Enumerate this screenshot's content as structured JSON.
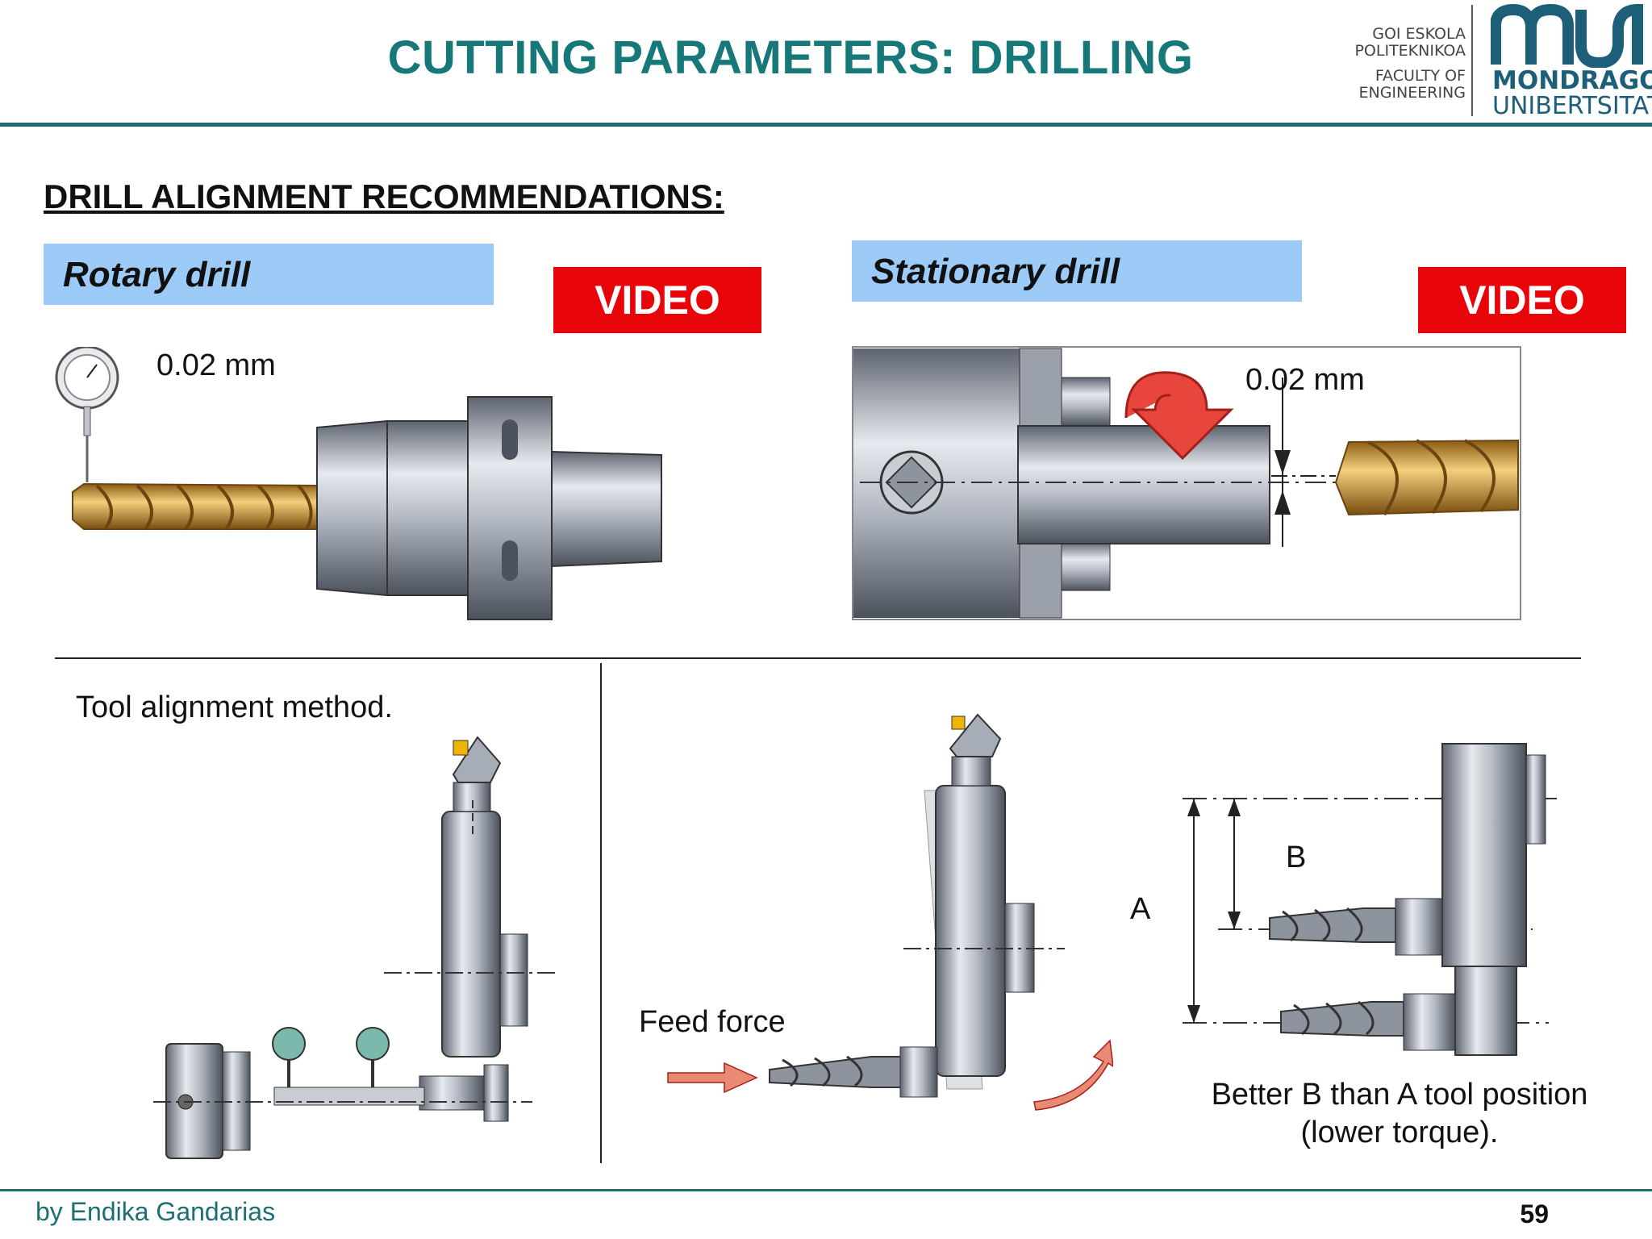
{
  "header": {
    "title": "CUTTING PARAMETERS: DRILLING",
    "logo": {
      "line1": "GOI ESKOLA",
      "line2": "POLITEKNIKOA",
      "line3": "FACULTY OF",
      "line4": "ENGINEERING",
      "university_name": "MONDRAGON",
      "university_sub": "UNIBERTSITATEA",
      "brand_color": "#1d5f79"
    }
  },
  "section_heading": "DRILL ALIGNMENT RECOMMENDATIONS:",
  "rotary": {
    "label": "Rotary drill",
    "video_label": "VIDEO",
    "tolerance": "0.02 mm"
  },
  "stationary": {
    "label": "Stationary drill",
    "video_label": "VIDEO",
    "tolerance": "0.02 mm"
  },
  "lower_left": {
    "caption": "Tool alignment method."
  },
  "lower_right": {
    "feed_force": "Feed force",
    "label_a": "A",
    "label_b": "B",
    "caption_line1": "Better B than A tool position",
    "caption_line2": "(lower torque)."
  },
  "footer": {
    "author": "by Endika Gandarias",
    "page": "59"
  },
  "colors": {
    "teal": "#1d6f73",
    "video_red": "#e8050a",
    "label_blue": "#9dcbf7",
    "drill_gold": "#d9a441",
    "arrow_red": "#e8453c"
  }
}
